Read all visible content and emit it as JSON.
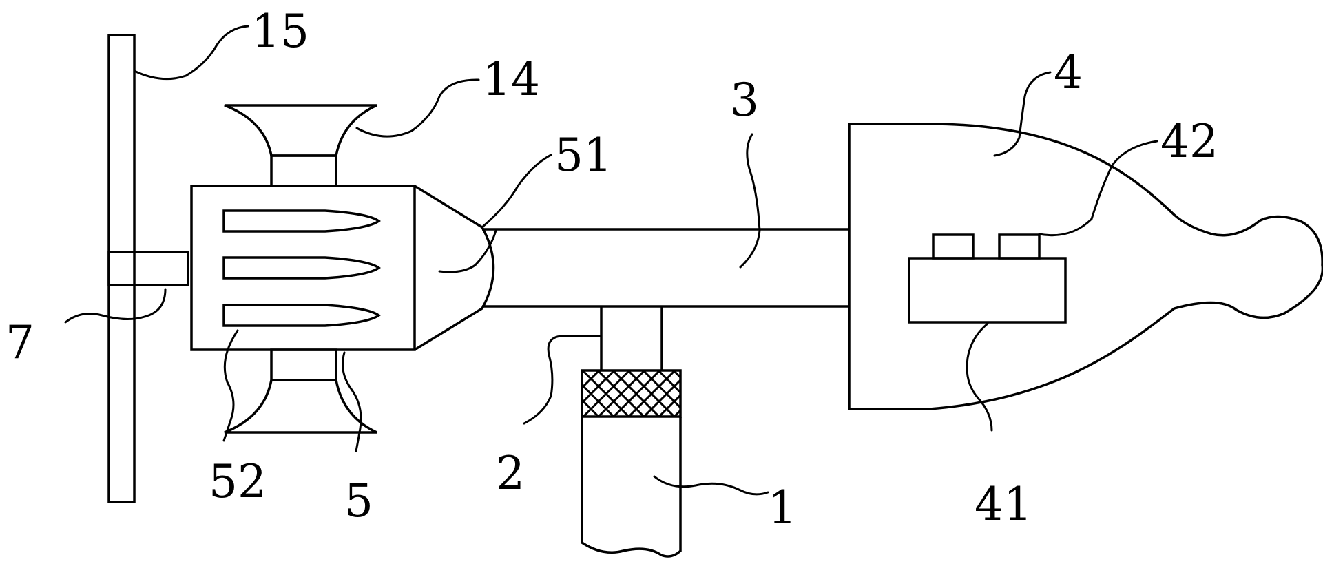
{
  "labels": {
    "l1": "1",
    "l2": "2",
    "l3": "3",
    "l4": "4",
    "l5": "5",
    "l7": "7",
    "l14": "14",
    "l15": "15",
    "l41": "41",
    "l42": "42",
    "l51": "51",
    "l52": "52"
  }
}
